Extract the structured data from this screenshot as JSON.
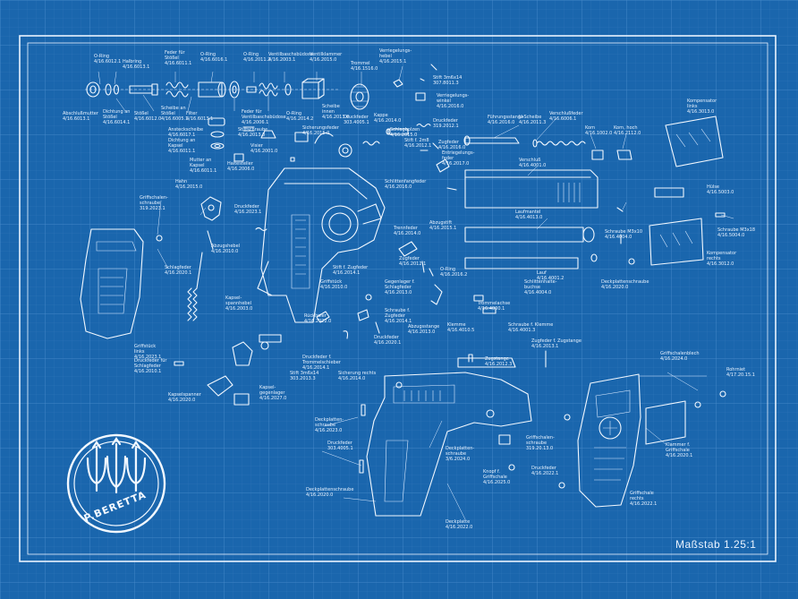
{
  "scale_text": "Maßstab   1.25:1",
  "logo_text": "P.BERETTA",
  "colors": {
    "background": "#1a66ad",
    "grid": "#3f84c4",
    "line": "#f2f8ff"
  },
  "labels": [
    {
      "id": "oring1",
      "lines": [
        "O-Ring",
        "4/16.6012.1"
      ]
    },
    {
      "id": "halbring",
      "lines": [
        "Halbring",
        "4/16.6013.1"
      ]
    },
    {
      "id": "feder_stossel",
      "lines": [
        "Feder für",
        "Stößel",
        "4/16.6011.1"
      ]
    },
    {
      "id": "oring2",
      "lines": [
        "O-Ring",
        "4/16.6016.1"
      ]
    },
    {
      "id": "oring3",
      "lines": [
        "O-Ring",
        "4/16.2011.2"
      ]
    },
    {
      "id": "ventil_buchse",
      "lines": [
        "Ventilbaschsbüdose",
        "4/16.2003.1"
      ]
    },
    {
      "id": "ventil_klammer",
      "lines": [
        "Ventilklammer",
        "4/16.2015.0"
      ]
    },
    {
      "id": "trommel",
      "lines": [
        "Trommel",
        "4/16.1516.0"
      ]
    },
    {
      "id": "verriegelung_hebel",
      "lines": [
        "Verriegelungs-",
        "hebel",
        "4/16.2015.1"
      ]
    },
    {
      "id": "abschlussmutter",
      "lines": [
        "Abschlußmutter",
        "4/16.6013.1"
      ]
    },
    {
      "id": "dichtung_stossel",
      "lines": [
        "Dichtung an",
        "Stößel",
        "4/16.6014.1"
      ]
    },
    {
      "id": "stossel",
      "lines": [
        "Stößel",
        "4/16.6012.0"
      ]
    },
    {
      "id": "scheibe_stossel",
      "lines": [
        "Scheibe an",
        "Stößel",
        "4/16.6005.1"
      ]
    },
    {
      "id": "filter",
      "lines": [
        "Filter",
        "4/16.6013.1"
      ]
    },
    {
      "id": "feder_ventil",
      "lines": [
        "Feder für",
        "Ventilbaschsbüdose",
        "4/16.2006.1"
      ]
    },
    {
      "id": "oring4",
      "lines": [
        "O-Ring",
        "4/16.2014.2"
      ]
    },
    {
      "id": "scheibe_innen",
      "lines": [
        "Scheibe",
        "innen",
        "4/16.2013.0"
      ]
    },
    {
      "id": "stift_3m6x14",
      "lines": [
        "Stift 3m6x14",
        "307.8011.3"
      ]
    },
    {
      "id": "verriegelung_winkel",
      "lines": [
        "Verriegelungs-",
        "winkel",
        "4/16.2016.0"
      ]
    },
    {
      "id": "ansteckscheibe",
      "lines": [
        "Ansteckscheibe",
        "4/16.6017.1"
      ]
    },
    {
      "id": "dichtung_kapsel",
      "lines": [
        "Dichtung an",
        "Kapsel",
        "4/16.6011.1"
      ]
    },
    {
      "id": "mutter_kapsel",
      "lines": [
        "Mutter an",
        "Kapsel",
        "4/16.6011.1"
      ]
    },
    {
      "id": "stiftschraube",
      "lines": [
        "Stiftschraube",
        "4/16.2013.0"
      ]
    },
    {
      "id": "visier",
      "lines": [
        "Visier",
        "4/16.2001.0"
      ]
    },
    {
      "id": "haltesteller",
      "lines": [
        "Haltesteller",
        "4/16.2006.0"
      ]
    },
    {
      "id": "sicherungsfeder",
      "lines": [
        "Sicherungsfeder",
        "4/16.2015.0"
      ]
    },
    {
      "id": "druckfeder1",
      "lines": [
        "Druckfeder",
        "303.4005.1"
      ]
    },
    {
      "id": "kappe",
      "lines": [
        "Kappe",
        "4/16.2014.0"
      ]
    },
    {
      "id": "schlagbolzen",
      "lines": [
        "Schlagbolzen",
        "4/16.2015.0"
      ]
    },
    {
      "id": "druckfeder2",
      "lines": [
        "Druckfeder",
        "319.2012.1"
      ]
    },
    {
      "id": "stift_2m8",
      "lines": [
        "Stift f. 2m8",
        "4/16.2012.1"
      ]
    },
    {
      "id": "zugfeder",
      "lines": [
        "Zugfeder",
        "4/16.2016.0"
      ]
    },
    {
      "id": "entriegelungsfeder",
      "lines": [
        "Entriegelungs-",
        "feder",
        "4/16.2017.0"
      ]
    },
    {
      "id": "hahn",
      "lines": [
        "Hahn",
        "4/16.2015.0"
      ]
    },
    {
      "id": "schlitten",
      "lines": [
        "Schlittenfangfeder",
        "4/16.2016.0"
      ]
    },
    {
      "id": "fuehrungsstange",
      "lines": [
        "Führungsstange",
        "4/16.2016.0"
      ]
    },
    {
      "id": "u_scheibe",
      "lines": [
        "U-Scheibe",
        "4/16.2011.3"
      ]
    },
    {
      "id": "verschlussfeder",
      "lines": [
        "Verschlußfeder",
        "4/16.6006.1"
      ]
    },
    {
      "id": "korn",
      "lines": [
        "Korn",
        "4/16.1002.0"
      ]
    },
    {
      "id": "korn_hoch",
      "lines": [
        "Korn, hoch",
        "4/16.2112.0"
      ]
    },
    {
      "id": "kompensator",
      "lines": [
        "Kompensator",
        "links",
        "4/16.3013.0"
      ]
    },
    {
      "id": "verschluss",
      "lines": [
        "Verschluß",
        "4/16.4001.0"
      ]
    },
    {
      "id": "huelse",
      "lines": [
        "Hülse",
        "4/16.5003.0"
      ]
    },
    {
      "id": "griffschalenschraube",
      "lines": [
        "Griffschalen-",
        "schraube",
        "319.2023.1"
      ]
    },
    {
      "id": "druckfeder3",
      "lines": [
        "Druckfeder",
        "4/16.2023.1"
      ]
    },
    {
      "id": "abzugshebel",
      "lines": [
        "Abzugshebel",
        "4/16.2010.0"
      ]
    },
    {
      "id": "trennfeder",
      "lines": [
        "Trennfeder",
        "4/16.2014.0"
      ]
    },
    {
      "id": "abzugstift",
      "lines": [
        "Abzugstift",
        "4/16.2015.1"
      ]
    },
    {
      "id": "laufmantel",
      "lines": [
        "Laufmantel",
        "4/16.4013.0"
      ]
    },
    {
      "id": "schraube_m3",
      "lines": [
        "Schraube M3x10",
        "4/16.4004.0"
      ]
    },
    {
      "id": "schraube_m3b",
      "lines": [
        "Schraube M3x18",
        "4/16.5004.0"
      ]
    },
    {
      "id": "kompensator_rechts",
      "lines": [
        "Kompensator",
        "rechts",
        "4/16.3012.0"
      ]
    },
    {
      "id": "schlagfeder",
      "lines": [
        "Schlagfeder",
        "4/16.2020.1"
      ]
    },
    {
      "id": "zugfeder2",
      "lines": [
        "Zugfeder",
        "4/16.2012.1"
      ]
    },
    {
      "id": "stift_zugfeder",
      "lines": [
        "Stift f. Zugfeder",
        "4/16.2014.1"
      ]
    },
    {
      "id": "oring5",
      "lines": [
        "O-Ring",
        "4/16.2016.2"
      ]
    },
    {
      "id": "lauf",
      "lines": [
        "Lauf",
        "4/16.4001.2"
      ]
    },
    {
      "id": "deckplatten",
      "lines": [
        "Deckplattenschraube",
        "4/16.2020.0"
      ]
    },
    {
      "id": "griffstueck",
      "lines": [
        "Griffstück",
        "4/16.2010.0"
      ]
    },
    {
      "id": "gegenlager",
      "lines": [
        "Gegenlager f.",
        "Schlagfeder",
        "4/16.2013.0"
      ]
    },
    {
      "id": "schlittenhaltebuchse",
      "lines": [
        "Schlittenhalte-",
        "buchse",
        "4/16.4004.0"
      ]
    },
    {
      "id": "schraube_zugfeder",
      "lines": [
        "Schraube f.",
        "Zugfeder",
        "4/16.2014.1"
      ]
    },
    {
      "id": "trommelachse",
      "lines": [
        "Trommelachse",
        "4/16.4000.1"
      ]
    },
    {
      "id": "kapsel",
      "lines": [
        "Kapsel-",
        "spannhebel",
        "4/16.2003.0"
      ]
    },
    {
      "id": "rueckholer",
      "lines": [
        "Rückholer",
        "4/16.2022.0"
      ]
    },
    {
      "id": "druckfeder4",
      "lines": [
        "Druckfeder",
        "4/16.2020.1"
      ]
    },
    {
      "id": "abzugsstange",
      "lines": [
        "Abzugsstange",
        "4/16.2013.0"
      ]
    },
    {
      "id": "klemme",
      "lines": [
        "Klemme",
        "4/16.4010.5"
      ]
    },
    {
      "id": "schraube_klemme",
      "lines": [
        "Schraube f. Klemme",
        "4/16.4001.3"
      ]
    },
    {
      "id": "griffstueck_links",
      "lines": [
        "Griffstück",
        "links",
        "4/16.2023.1"
      ]
    },
    {
      "id": "druckfeder_schlagfeder",
      "lines": [
        "Druckfeder für",
        "Schlagfeder",
        "4/16.2010.1"
      ]
    },
    {
      "id": "kapselspanner",
      "lines": [
        "Kapselspanner",
        "4/16.2020.0"
      ]
    },
    {
      "id": "kapsel_gegenlager",
      "lines": [
        "Kapsel-",
        "gegenlager",
        "4/16.2027.0"
      ]
    },
    {
      "id": "druckfeder_trommel",
      "lines": [
        "Druckfeder f.",
        "Trommelschieber",
        "4/16.2014.1"
      ]
    },
    {
      "id": "stift_3m6",
      "lines": [
        "Stift 3m6x14",
        "303.2013.3"
      ]
    },
    {
      "id": "sicherung_rechts",
      "lines": [
        "Sicherung rechts",
        "4/16.2014.0"
      ]
    },
    {
      "id": "zugstange",
      "lines": [
        "Zugstange",
        "4/16.2012.3"
      ]
    },
    {
      "id": "zugfeder_zugstange",
      "lines": [
        "Zugfeder f. Zugstange",
        "4/16.2013.1"
      ]
    },
    {
      "id": "griffschalenblech",
      "lines": [
        "Griffschalenblech",
        "4/16.2024.0"
      ]
    },
    {
      "id": "rohrniet",
      "lines": [
        "Rohrniet",
        "4/17.20.15.1"
      ]
    },
    {
      "id": "deckplattenschraube",
      "lines": [
        "Deckplatten-",
        "schraube",
        "4/16.2023.0"
      ]
    },
    {
      "id": "druckfeder5",
      "lines": [
        "Druckfeder",
        "303.4005.1"
      ]
    },
    {
      "id": "klammer",
      "lines": [
        "Klammer f.",
        "Griffschale",
        "4/16.2020.1"
      ]
    },
    {
      "id": "griffschalenschraube2",
      "lines": [
        "Griffschalen-",
        "schraube",
        "319.20.13.0"
      ]
    },
    {
      "id": "deckplattenschraube2",
      "lines": [
        "Deckplattenschraube",
        "4/16.2020.0"
      ]
    },
    {
      "id": "deckplatte",
      "lines": [
        "Deckplatte",
        "4/16.2022.0"
      ]
    },
    {
      "id": "deckplattenschraube3",
      "lines": [
        "Deckplatten-",
        "schraube",
        "3/6.2024.0"
      ]
    },
    {
      "id": "knopf",
      "lines": [
        "Knopf f.",
        "Griffschale",
        "4/16.2025.0"
      ]
    },
    {
      "id": "druckfeder6",
      "lines": [
        "Druckfeder",
        "4/16.2022.1"
      ]
    },
    {
      "id": "griffschale_rechts",
      "lines": [
        "Griffschale",
        "rechts",
        "4/16.2022.1"
      ]
    }
  ]
}
